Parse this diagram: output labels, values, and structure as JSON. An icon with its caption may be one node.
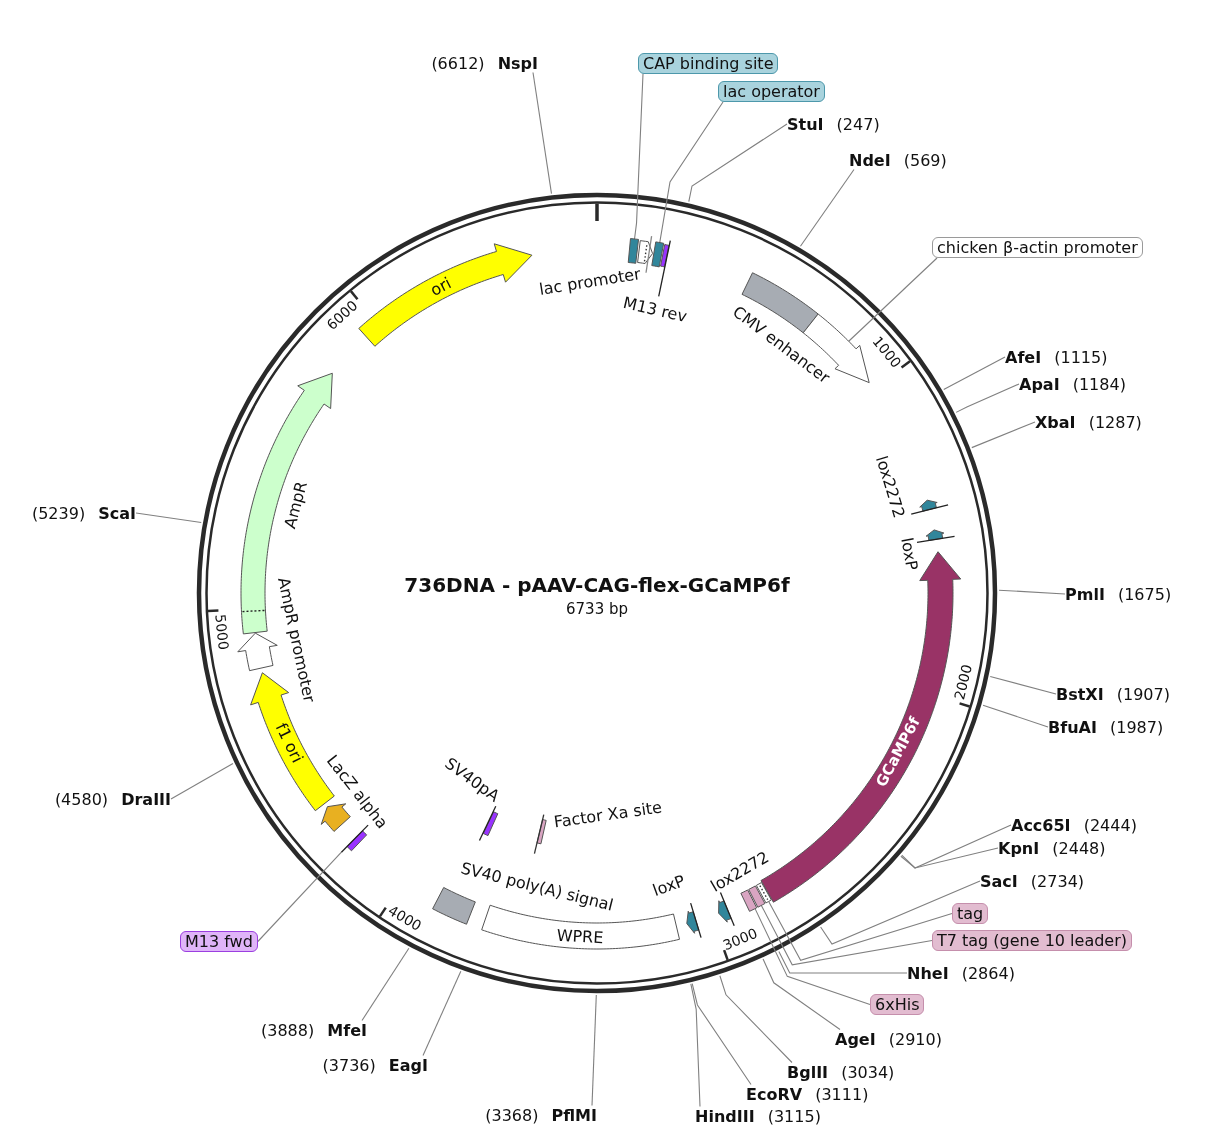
{
  "diagram": {
    "title": "736DNA - pAAV-CAG-flex-GCaMP6f",
    "nodes": [
      {
        "text": [
          "(6612) **NspI**"
        ]
      },
      {
        "text": [
          "CAP binding site"
        ]
      },
      {
        "text": [
          "lac operator"
        ]
      },
      {
        "text": [
          "**StuI** (247)"
        ]
      },
      {
        "text": [
          "**NdeI** (569)"
        ]
      },
      {
        "text": [
          "chicken β-actin promoter"
        ]
      },
      {
        "text": [
          "**AfeI** (1115)"
        ]
      },
      {
        "text": [
          "**ApaI** (1184)"
        ]
      },
      {
        "text": [
          "**XbaI** (1287)"
        ]
      },
      {
        "text": [
          "**PmlI** (1675)"
        ]
      },
      {
        "text": [
          "**BstXI** (1907)"
        ]
      },
      {
        "text": [
          "**BfuAI** (1987)"
        ]
      },
      {
        "text": [
          "**Acc65I** (2444)"
        ]
      },
      {
        "text": [
          "**KpnI** (2448)"
        ]
      },
      {
        "text": [
          "**SacI** (2734)"
        ]
      },
      {
        "text": [
          "tag"
        ]
      },
      {
        "text": [
          "T7 tag (gene 10 leader)"
        ]
      },
      {
        "text": [
          "**NheI** (2864)"
        ]
      },
      {
        "text": [
          "6xHis"
        ]
      },
      {
        "text": [
          "**AgeI** (2910)"
        ]
      },
      {
        "text": [
          "**BglII** (3034)"
        ]
      },
      {
        "text": [
          "**EcoRV** (3111)"
        ]
      },
      {
        "text": [
          "**HindIII** (3115)"
        ]
      },
      {
        "text": [
          "(3368) **PflMI**"
        ]
      },
      {
        "text": [
          "(3736) **EagI**"
        ]
      },
      {
        "text": [
          "(3888) **MfeI**"
        ]
      },
      {
        "text": [
          "M13 fwd"
        ]
      },
      {
        "text": [
          "(4580) **DraIII**"
        ]
      },
      {
        "text": [
          "(5239) **ScaI**"
        ]
      },
      {
        "text": [
          "ori"
        ]
      },
      {
        "text": [],
        "shape": "box"
      },
      {
        "text": [],
        "shape": "arrow",
        "beside": [
          "lac promoter"
        ]
      },
      {
        "text": [],
        "shape": "box"
      },
      {
        "text": [],
        "shape": "bar",
        "beside": [
          "M13 rev"
        ]
      },
      {
        "text": [],
        "shape": "box",
        "beside": [
          "CMV enhancer"
        ]
      },
      {
        "text": [],
        "shape": "arrow"
      },
      {
        "text": [],
        "shape": "arrow",
        "beside": [
          "lox2272"
        ]
      },
      {
        "text": [],
        "shape": "arrow",
        "beside": [
          "loxP"
        ]
      },
      {
        "text": [
          "GCaMP6f"
        ]
      },
      {
        "text": [],
        "shape": "box"
      },
      {
        "text": [],
        "shape": "box"
      },
      {
        "text": [],
        "shape": "box"
      },
      {
        "text": [],
        "shape": "arrow",
        "beside": [
          "lox2272"
        ]
      },
      {
        "text": [],
        "shape": "arrow",
        "beside": [
          "loxP"
        ]
      },
      {
        "text": [
          "WPRE"
        ]
      },
      {
        "text": [],
        "shape": "box",
        "beside": [
          "SV40 poly(A) signal"
        ]
      },
      {
        "text": [],
        "shape": "bar",
        "beside": [
          "Factor Xa site"
        ]
      },
      {
        "text": [],
        "shape": "bar",
        "beside": [
          "SV40pA"
        ]
      },
      {
        "text": [],
        "shape": "bar"
      },
      {
        "text": [],
        "shape": "arrow",
        "beside": [
          "LacZ alpha"
        ]
      },
      {
        "text": [
          "f1 ori"
        ]
      },
      {
        "text": [],
        "shape": "arrow",
        "beside": [
          "AmpR promoter"
        ]
      },
      {
        "text": [],
        "shape": "arrow",
        "beside": [
          "AmpR"
        ]
      }
    ],
    "edges": [
      {
        "from": 0,
        "to": null,
        "arrow": "none"
      },
      {
        "from": 1,
        "to": 30,
        "arrow": "none"
      },
      {
        "from": 2,
        "to": 32,
        "arrow": "none"
      },
      {
        "from": 3,
        "to": null,
        "arrow": "none"
      },
      {
        "from": 4,
        "to": null,
        "arrow": "none"
      },
      {
        "from": 5,
        "to": 35,
        "arrow": "none"
      },
      {
        "from": 6,
        "to": null,
        "arrow": "none"
      },
      {
        "from": 7,
        "to": null,
        "arrow": "none"
      },
      {
        "from": 8,
        "to": null,
        "arrow": "none"
      },
      {
        "from": 9,
        "to": null,
        "arrow": "none"
      },
      {
        "from": 10,
        "to": null,
        "arrow": "none"
      },
      {
        "from": 11,
        "to": null,
        "arrow": "none"
      },
      {
        "from": 12,
        "to": null,
        "arrow": "none"
      },
      {
        "from": 13,
        "to": null,
        "arrow": "none"
      },
      {
        "from": 14,
        "to": null,
        "arrow": "none"
      },
      {
        "from": 15,
        "to": 39,
        "arrow": "none"
      },
      {
        "from": 16,
        "to": 40,
        "arrow": "none"
      },
      {
        "from": 17,
        "to": null,
        "arrow": "none"
      },
      {
        "from": 18,
        "to": 41,
        "arrow": "none"
      },
      {
        "from": 19,
        "to": null,
        "arrow": "none"
      },
      {
        "from": 20,
        "to": null,
        "arrow": "none"
      },
      {
        "from": 21,
        "to": null,
        "arrow": "none"
      },
      {
        "from": 22,
        "to": null,
        "arrow": "none"
      },
      {
        "from": 23,
        "to": null,
        "arrow": "none"
      },
      {
        "from": 24,
        "to": null,
        "arrow": "none"
      },
      {
        "from": 25,
        "to": null,
        "arrow": "none"
      },
      {
        "from": 26,
        "to": 48,
        "arrow": "none"
      },
      {
        "from": 27,
        "to": null,
        "arrow": "none"
      },
      {
        "from": 28,
        "to": null,
        "arrow": "none"
      }
    ],
    "labels": [
      "6733 bp",
      "1000",
      "2000",
      "3000",
      "4000",
      "5000",
      "6000"
    ]
  }
}
